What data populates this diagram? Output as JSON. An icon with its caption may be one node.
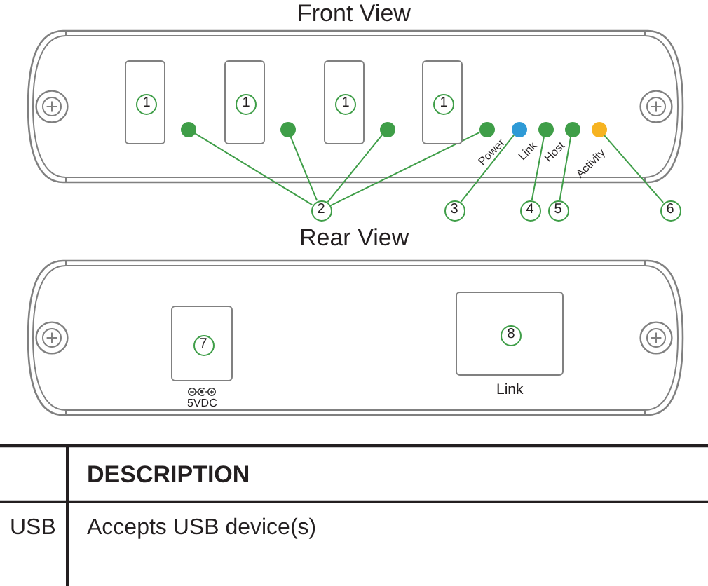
{
  "diagram": {
    "nodes": [
      {
        "text": [
          "Front View"
        ]
      },
      {
        "text": [],
        "shape": "box",
        "in": 0
      },
      {
        "text": [
          "1"
        ],
        "in": 1
      },
      {
        "text": [],
        "shape": "circle",
        "in": 0
      },
      {
        "text": [],
        "shape": "box",
        "in": 0
      },
      {
        "text": [
          "1"
        ],
        "in": 4
      },
      {
        "text": [],
        "shape": "circle",
        "in": 0
      },
      {
        "text": [],
        "shape": "box",
        "in": 0
      },
      {
        "text": [
          "1"
        ],
        "in": 7
      },
      {
        "text": [],
        "shape": "circle",
        "in": 0
      },
      {
        "text": [],
        "shape": "box",
        "in": 0
      },
      {
        "text": [
          "1"
        ],
        "in": 10
      },
      {
        "text": [],
        "shape": "circle",
        "in": 0
      },
      {
        "text": [],
        "shape": "circle",
        "in": 0,
        "beside": [
          "Power"
        ]
      },
      {
        "text": [],
        "shape": "circle",
        "in": 0,
        "beside": [
          "Link"
        ]
      },
      {
        "text": [],
        "shape": "circle",
        "in": 0,
        "beside": [
          "Host"
        ]
      },
      {
        "text": [],
        "shape": "circle",
        "in": 0,
        "beside": [
          "Activity"
        ]
      },
      {
        "text": [
          "2"
        ]
      },
      {
        "text": [
          "3"
        ]
      },
      {
        "text": [
          "4"
        ]
      },
      {
        "text": [
          "5"
        ]
      },
      {
        "text": [
          "6"
        ]
      },
      {
        "text": [
          "Rear View"
        ]
      },
      {
        "text": [],
        "shape": "box",
        "in": 22,
        "beside": [
          "5VDC"
        ]
      },
      {
        "text": [
          "7"
        ],
        "in": 23
      },
      {
        "text": [],
        "shape": "box",
        "in": 22,
        "beside": [
          "Link"
        ]
      },
      {
        "text": [
          "8"
        ],
        "in": 25
      }
    ],
    "edges": [
      {
        "from": 17,
        "to": 3,
        "arrow": "none"
      },
      {
        "from": 17,
        "to": 6,
        "arrow": "none"
      },
      {
        "from": 17,
        "to": 9,
        "arrow": "none"
      },
      {
        "from": 17,
        "to": 12,
        "arrow": "none"
      },
      {
        "from": 18,
        "to": 13,
        "arrow": "none"
      },
      {
        "from": 19,
        "to": 14,
        "arrow": "none"
      },
      {
        "from": 20,
        "to": 15,
        "arrow": "none"
      },
      {
        "from": 21,
        "to": 16,
        "arrow": "none"
      }
    ],
    "labels": [
      "DESCRIPTION",
      "USB",
      "Accepts USB device(s)"
    ]
  }
}
